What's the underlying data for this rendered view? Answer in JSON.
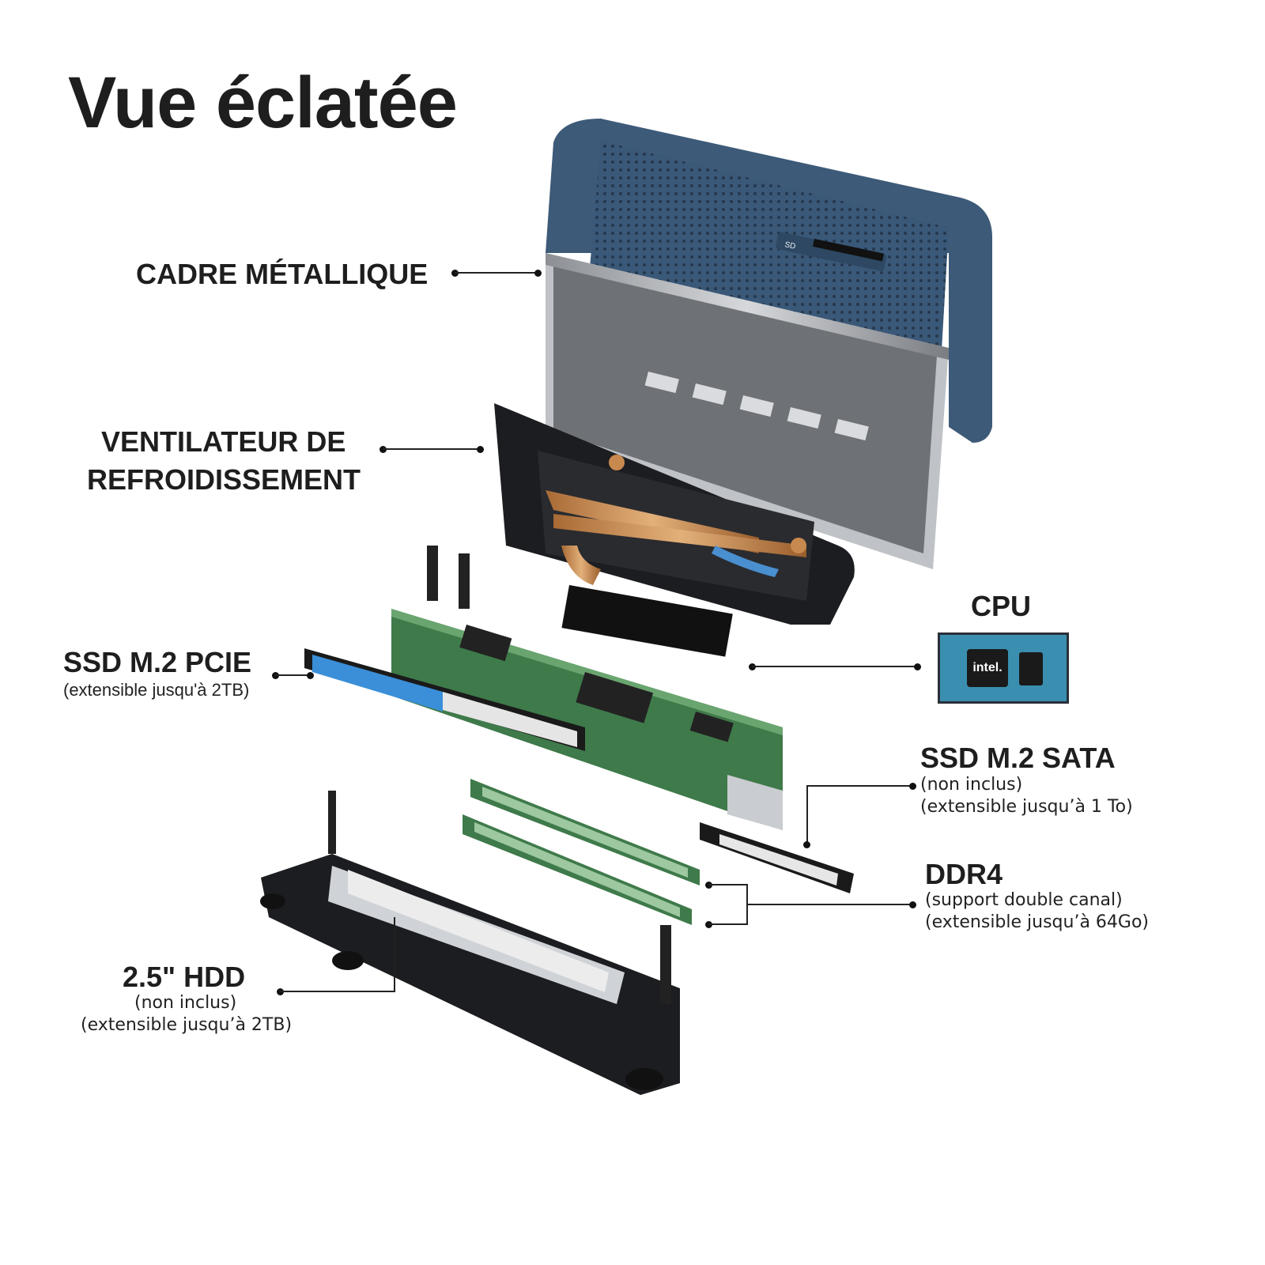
{
  "title": "Vue éclatée",
  "callouts": {
    "frame": {
      "label": "CADRE MÉTALLIQUE"
    },
    "fan": {
      "label_line1": "VENTILATEUR DE",
      "label_line2": "REFROIDISSEMENT"
    },
    "ssd_pcie": {
      "label": "SSD M.2 PCIE",
      "note": "(extensible jusqu'à 2TB)"
    },
    "cpu": {
      "label": "CPU",
      "chip_brand": "intel."
    },
    "ssd_sata": {
      "label": "SSD M.2 SATA",
      "note1": "(non inclus)",
      "note2": "(extensible jusqu’à 1 To)"
    },
    "ddr4": {
      "label": "DDR4",
      "note1": "(support double canal)",
      "note2": "(extensible jusqu’à 64Go)"
    },
    "hdd": {
      "label": "2.5\" HDD",
      "note1": "(non inclus)",
      "note2": "(extensible jusqu’à 2TB)"
    }
  },
  "case": {
    "sd_label": "SD"
  },
  "colors": {
    "case_blue": "#3d5a78",
    "copper": "#c8894e",
    "pcb_green": "#3f7a4a",
    "cpu_blue": "#3a8fb0",
    "text": "#1e1e1e"
  }
}
